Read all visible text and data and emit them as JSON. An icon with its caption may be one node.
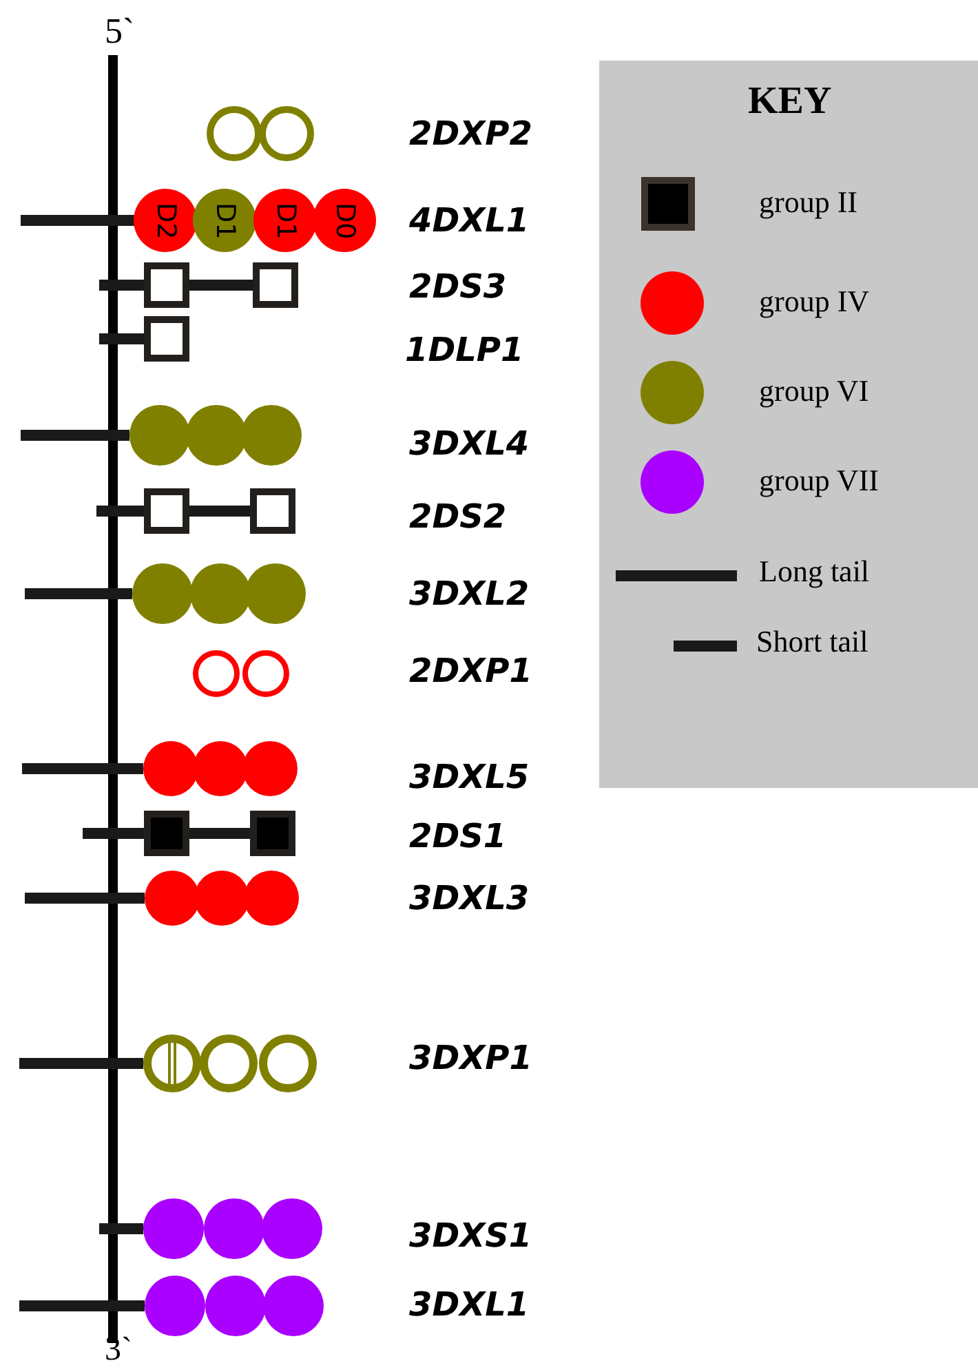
{
  "diagram": {
    "nodes": [
      {
        "text": [
          "D2"
        ]
      },
      {
        "text": [
          "D1"
        ]
      },
      {
        "text": [
          "D1"
        ]
      },
      {
        "text": [
          "D0"
        ]
      }
    ],
    "labels": [
      "5`",
      "KEY",
      "2DXP2",
      "4DXL1",
      "2DS3",
      "1DLP1",
      "3DXL4",
      "2DS2",
      "3DXL2",
      "2DXP1",
      "3DXL5",
      "2DS1",
      "3DXL3",
      "3DXP1",
      "3DXS1",
      "3DXL1",
      "3`"
    ],
    "legend": [
      {
        "text": "group II",
        "color": "#000000"
      },
      {
        "text": "group IV",
        "color": "#ff0000"
      },
      {
        "text": "group VI",
        "color": "#808000"
      },
      {
        "text": "group VII",
        "color": "#aa00ff"
      },
      {
        "text": "Long tail"
      },
      {
        "text": "Short tail"
      }
    ]
  }
}
